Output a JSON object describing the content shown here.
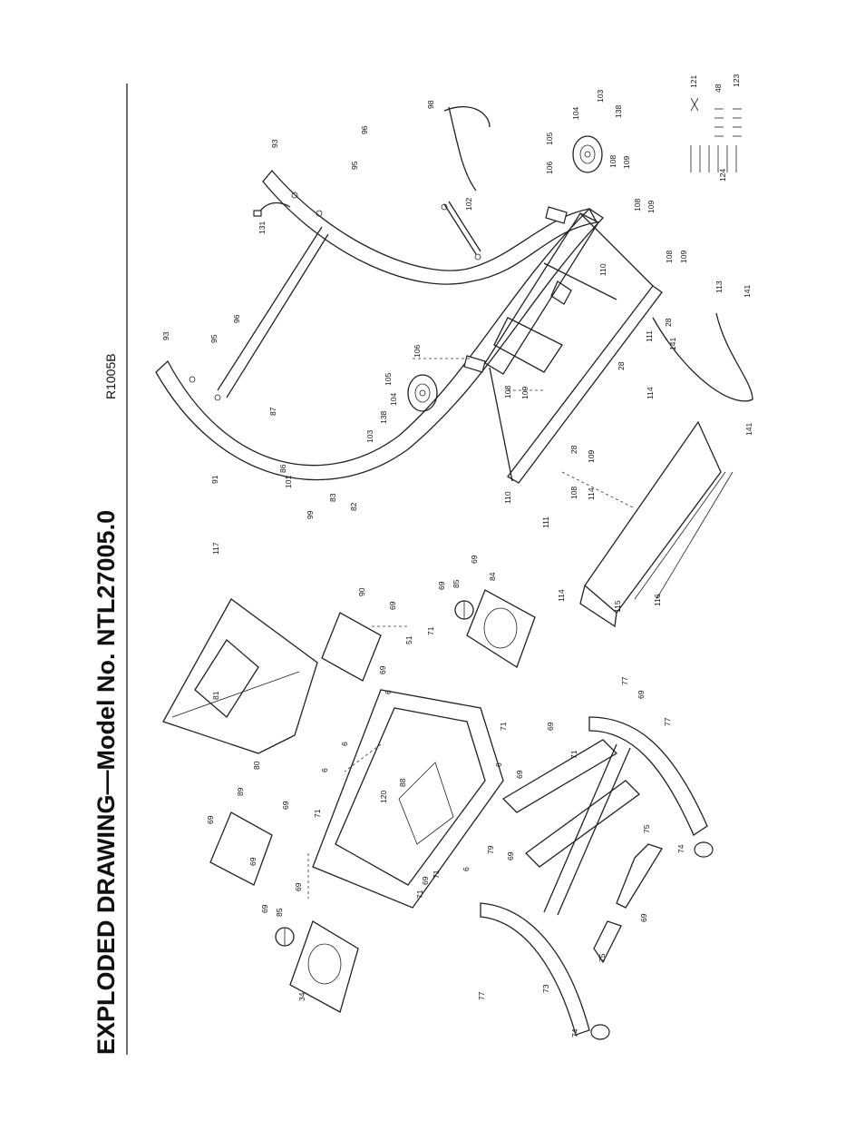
{
  "title": "EXPLODED DRAWING—Model No. NTL27005.0",
  "drawing_code": "R1005B",
  "part_labels": [
    {
      "id": "p121",
      "text": "121"
    },
    {
      "id": "p48",
      "text": "48"
    },
    {
      "id": "p123",
      "text": "123"
    },
    {
      "id": "p124",
      "text": "124"
    },
    {
      "id": "p103a",
      "text": "103"
    },
    {
      "id": "p104a",
      "text": "104"
    },
    {
      "id": "p138a",
      "text": "138"
    },
    {
      "id": "p98",
      "text": "98"
    },
    {
      "id": "p105a",
      "text": "105"
    },
    {
      "id": "p106a",
      "text": "106"
    },
    {
      "id": "p108a",
      "text": "108"
    },
    {
      "id": "p109a",
      "text": "109"
    },
    {
      "id": "p102",
      "text": "102"
    },
    {
      "id": "p108b",
      "text": "108"
    },
    {
      "id": "p109b",
      "text": "109"
    },
    {
      "id": "p96a",
      "text": "96"
    },
    {
      "id": "p93a",
      "text": "93"
    },
    {
      "id": "p95a",
      "text": "95"
    },
    {
      "id": "p131",
      "text": "131"
    },
    {
      "id": "p110a",
      "text": "110"
    },
    {
      "id": "p108c",
      "text": "108"
    },
    {
      "id": "p109c",
      "text": "109"
    },
    {
      "id": "p113",
      "text": "113"
    },
    {
      "id": "p141a",
      "text": "141"
    },
    {
      "id": "p28a",
      "text": "28"
    },
    {
      "id": "p111a",
      "text": "111"
    },
    {
      "id": "p141b",
      "text": "141"
    },
    {
      "id": "p28b",
      "text": "28"
    },
    {
      "id": "p93b",
      "text": "93"
    },
    {
      "id": "p95b",
      "text": "95"
    },
    {
      "id": "p96b",
      "text": "96"
    },
    {
      "id": "p106b",
      "text": "106"
    },
    {
      "id": "p105b",
      "text": "105"
    },
    {
      "id": "p108d",
      "text": "108"
    },
    {
      "id": "p109d",
      "text": "109"
    },
    {
      "id": "p104b",
      "text": "104"
    },
    {
      "id": "p138b",
      "text": "138"
    },
    {
      "id": "p103b",
      "text": "103"
    },
    {
      "id": "p87",
      "text": "87"
    },
    {
      "id": "p114a",
      "text": "114"
    },
    {
      "id": "p141c",
      "text": "141"
    },
    {
      "id": "p86",
      "text": "86"
    },
    {
      "id": "p91",
      "text": "91"
    },
    {
      "id": "p83",
      "text": "83"
    },
    {
      "id": "p28c",
      "text": "28"
    },
    {
      "id": "p109e",
      "text": "109"
    },
    {
      "id": "p108e",
      "text": "108"
    },
    {
      "id": "p110b",
      "text": "110"
    },
    {
      "id": "p114b",
      "text": "114"
    },
    {
      "id": "p111b",
      "text": "111"
    },
    {
      "id": "p101",
      "text": "101"
    },
    {
      "id": "p82",
      "text": "82"
    },
    {
      "id": "p99",
      "text": "99"
    },
    {
      "id": "p117",
      "text": "117"
    },
    {
      "id": "p114c",
      "text": "114"
    },
    {
      "id": "p115",
      "text": "115"
    },
    {
      "id": "p116",
      "text": "116"
    },
    {
      "id": "p69a",
      "text": "69"
    },
    {
      "id": "p69b",
      "text": "69"
    },
    {
      "id": "p85a",
      "text": "85"
    },
    {
      "id": "p84",
      "text": "84"
    },
    {
      "id": "p90",
      "text": "90"
    },
    {
      "id": "p69c",
      "text": "69"
    },
    {
      "id": "p71a",
      "text": "71"
    },
    {
      "id": "p51",
      "text": "51"
    },
    {
      "id": "p69d",
      "text": "69"
    },
    {
      "id": "p81",
      "text": "81"
    },
    {
      "id": "p80",
      "text": "80"
    },
    {
      "id": "p6a",
      "text": "6"
    },
    {
      "id": "p6b",
      "text": "6"
    },
    {
      "id": "p6c",
      "text": "6"
    },
    {
      "id": "p71b",
      "text": "71"
    },
    {
      "id": "p6d",
      "text": "6"
    },
    {
      "id": "p88",
      "text": "88"
    },
    {
      "id": "p120",
      "text": "120"
    },
    {
      "id": "p69e",
      "text": "69"
    },
    {
      "id": "p71c",
      "text": "71"
    },
    {
      "id": "p69f",
      "text": "69"
    },
    {
      "id": "p77a",
      "text": "77"
    },
    {
      "id": "p69g",
      "text": "69"
    },
    {
      "id": "p77b",
      "text": "77"
    },
    {
      "id": "p89",
      "text": "89"
    },
    {
      "id": "p69h",
      "text": "69"
    },
    {
      "id": "p69i",
      "text": "69"
    },
    {
      "id": "p71d",
      "text": "71"
    },
    {
      "id": "p79",
      "text": "79"
    },
    {
      "id": "p69j",
      "text": "69"
    },
    {
      "id": "p6e",
      "text": "6"
    },
    {
      "id": "p69k",
      "text": "69"
    },
    {
      "id": "p69l",
      "text": "69"
    },
    {
      "id": "p71e",
      "text": "71"
    },
    {
      "id": "p75a",
      "text": "75"
    },
    {
      "id": "p74a",
      "text": "74"
    },
    {
      "id": "p69m",
      "text": "69"
    },
    {
      "id": "p85b",
      "text": "85"
    },
    {
      "id": "p69n",
      "text": "69"
    },
    {
      "id": "p71f",
      "text": "71"
    },
    {
      "id": "p69o",
      "text": "69"
    },
    {
      "id": "p34",
      "text": "34"
    },
    {
      "id": "p73",
      "text": "73"
    },
    {
      "id": "p77c",
      "text": "77"
    },
    {
      "id": "p75b",
      "text": "75"
    },
    {
      "id": "p74b",
      "text": "74"
    }
  ]
}
